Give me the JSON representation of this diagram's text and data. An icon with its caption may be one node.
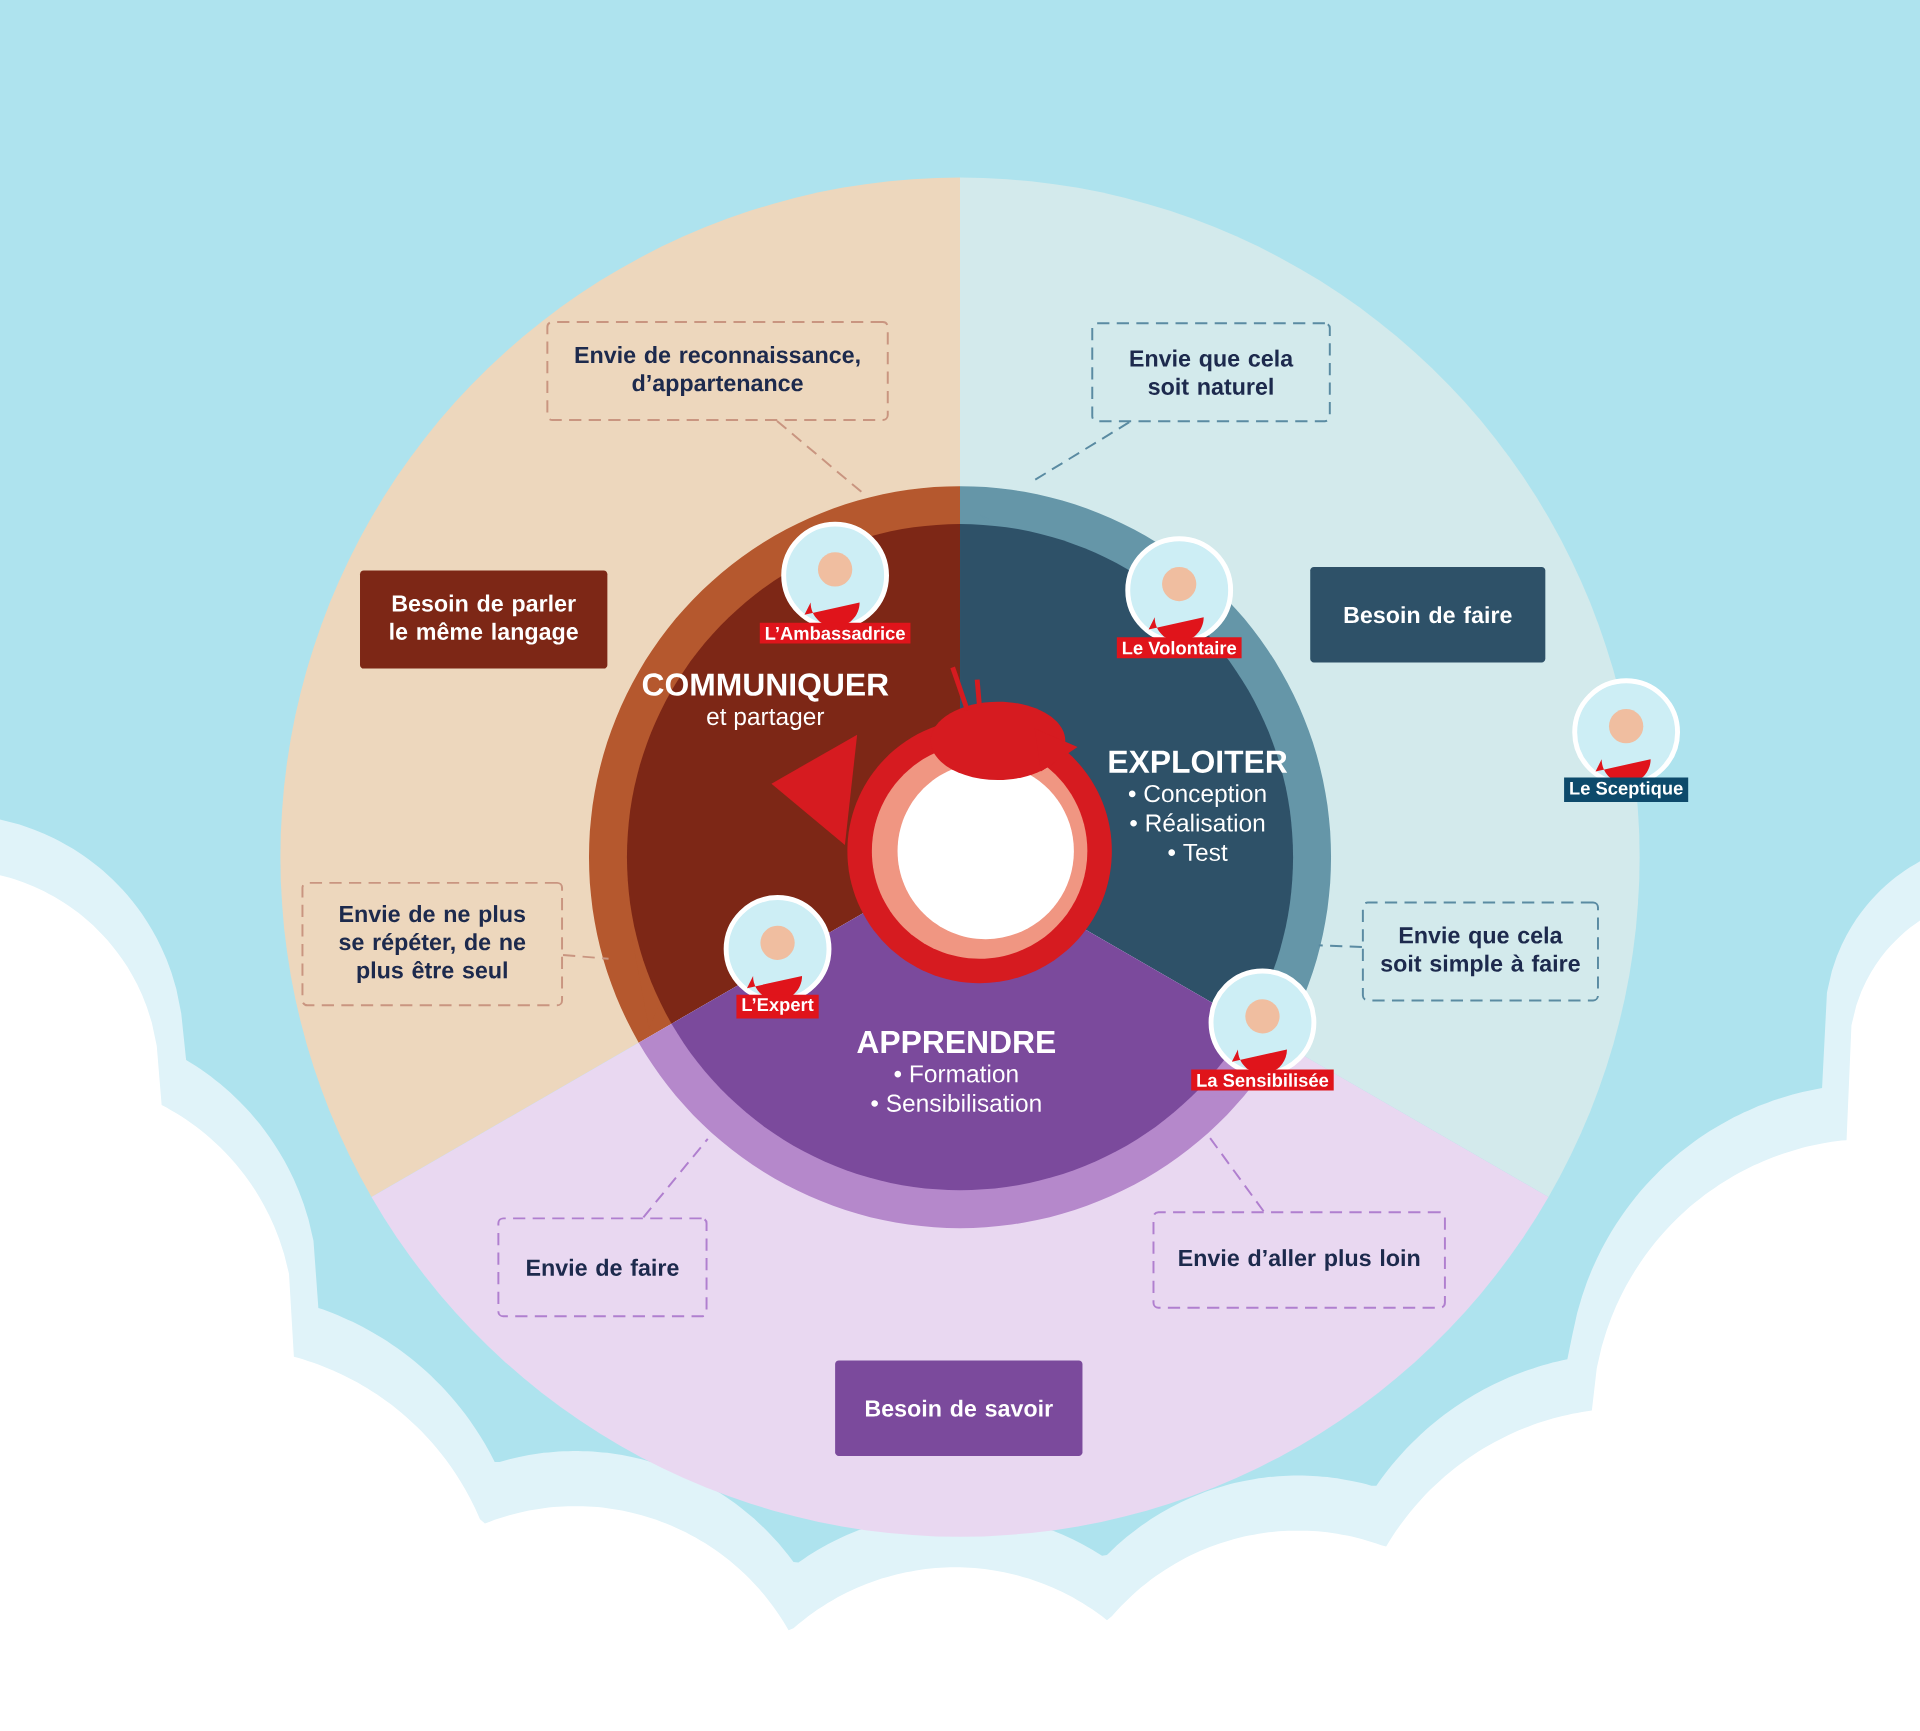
{
  "diagram": {
    "nodes": [
      {
        "text": [
          "Besoin de parler le même langage"
        ]
      },
      {
        "text": [
          "Besoin de faire"
        ]
      },
      {
        "text": [
          "Besoin de savoir"
        ]
      },
      {
        "text": [
          "Envie de reconnaissance, d’appartenance"
        ]
      },
      {
        "text": [
          "Envie que cela soit naturel"
        ]
      },
      {
        "text": [
          "Envie de ne plus se répéter, de ne plus être seul"
        ]
      },
      {
        "text": [
          "Envie que cela soit simple à faire"
        ]
      },
      {
        "text": [
          "Envie de faire"
        ]
      },
      {
        "text": [
          "Envie d’aller plus loin"
        ]
      },
      {
        "text": [
          "COMMUNIQUER",
          "et partager"
        ]
      },
      {
        "text": [
          "EXPLOITER",
          "• Conception",
          "• Réalisation",
          "• Test"
        ]
      },
      {
        "text": [
          "APPRENDRE",
          "• Formation",
          "• Sensibilisation"
        ]
      },
      {
        "text": [
          "L’Ambassadrice"
        ]
      },
      {
        "text": [
          "Le Volontaire"
        ]
      },
      {
        "text": [
          "Le Sceptique"
        ]
      },
      {
        "text": [
          "L’Expert"
        ]
      },
      {
        "text": [
          "La Sensibilisée"
        ]
      }
    ],
    "edges": [
      {
        "from": 3,
        "to": null,
        "arrow": "none",
        "style": "dashed",
        "color": "#c99580"
      },
      {
        "from": 4,
        "to": null,
        "arrow": "none",
        "style": "dashed",
        "color": "#5a8ba2"
      },
      {
        "from": 5,
        "to": null,
        "arrow": "none",
        "style": "dashed",
        "color": "#c99580"
      },
      {
        "from": 6,
        "to": null,
        "arrow": "none",
        "style": "dashed",
        "color": "#5a8ba2"
      },
      {
        "from": 7,
        "to": null,
        "arrow": "none",
        "style": "dashed",
        "color": "#b07fcf"
      },
      {
        "from": 8,
        "to": null,
        "arrow": "none",
        "style": "dashed",
        "color": "#b07fcf"
      }
    ]
  }
}
